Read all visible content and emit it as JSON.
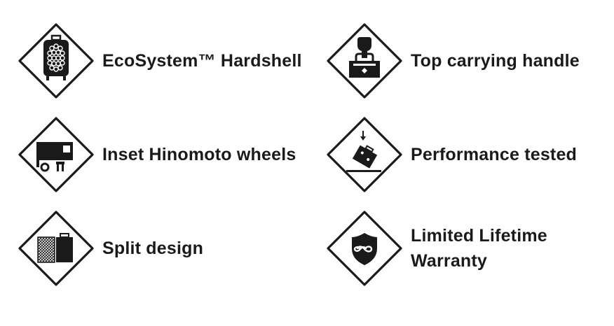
{
  "features": [
    {
      "label": "EcoSystem™ Hardshell",
      "icon": "hardshell-suitcase-icon"
    },
    {
      "label": "Top carrying handle",
      "icon": "carrying-handle-icon"
    },
    {
      "label": "Inset Hinomoto wheels",
      "icon": "wheels-icon"
    },
    {
      "label": "Performance tested",
      "icon": "drop-test-icon"
    },
    {
      "label": "Split design",
      "icon": "split-design-icon"
    },
    {
      "label": "Limited Lifetime\nWarranty",
      "label_line1": "Limited Lifetime",
      "label_line2": "Warranty",
      "icon": "warranty-shield-icon"
    }
  ]
}
